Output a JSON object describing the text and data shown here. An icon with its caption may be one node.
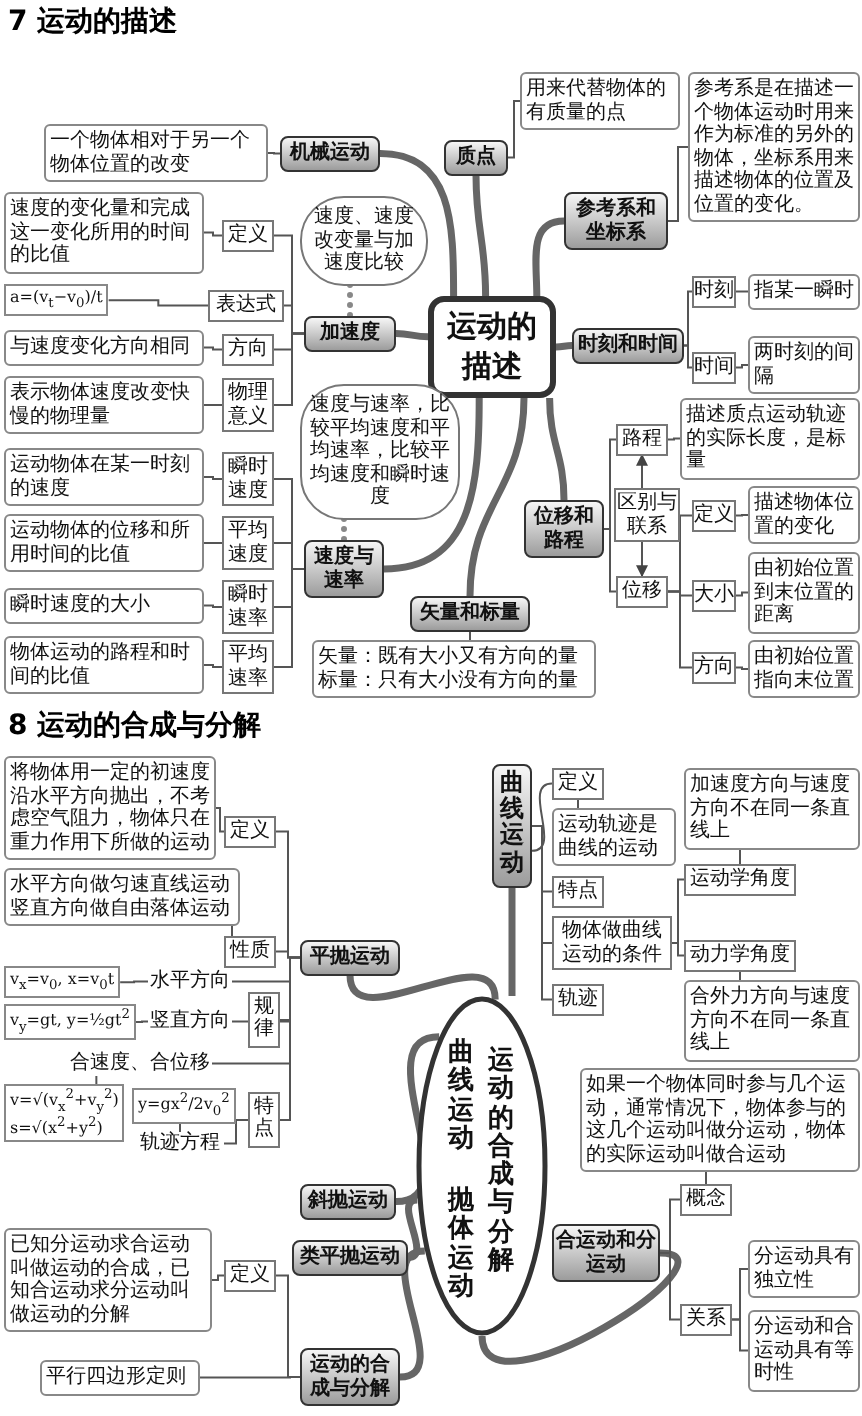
{
  "diagram": {
    "nodes": [
      {
        "text": [
          "运动的描述"
        ]
      },
      {
        "text": [
          "机械运动"
        ]
      },
      {
        "text": [
          "一个物体相对于另一个物体位置的改变"
        ]
      },
      {
        "text": [
          "质点"
        ]
      },
      {
        "text": [
          "用来代替物体的有质量的点"
        ]
      },
      {
        "text": [
          "参考系和坐标系"
        ]
      },
      {
        "text": [
          "参考系是在描述一个物体运动时用来作为标准的另外的物体，坐标系用来描述物体的位置及位置的变化。"
        ]
      },
      {
        "text": [
          "时刻和时间"
        ]
      },
      {
        "text": [
          "时刻"
        ]
      },
      {
        "text": [
          "指某一瞬时"
        ]
      },
      {
        "text": [
          "时间"
        ]
      },
      {
        "text": [
          "两时刻的间隔"
        ]
      },
      {
        "text": [
          "加速度"
        ]
      },
      {
        "text": [
          "速度、速度改变量与加速度比较"
        ]
      },
      {
        "text": [
          "定义"
        ]
      },
      {
        "text": [
          "速度的变化量和完成这一变化所用的时间的比值"
        ]
      },
      {
        "text": [
          "表达式"
        ]
      },
      {
        "text": [
          "a=(v$_{t}$−v$_{0}$)/t"
        ]
      },
      {
        "text": [
          "方向"
        ]
      },
      {
        "text": [
          "与速度变化方向相同"
        ]
      },
      {
        "text": [
          "物理意义"
        ]
      },
      {
        "text": [
          "表示物体速度改变快慢的物理量"
        ]
      },
      {
        "text": [
          "速度与速率"
        ]
      },
      {
        "text": [
          "速度与速率，比较平均速度和平均速率，比较平均速度和瞬时速度"
        ]
      },
      {
        "text": [
          "瞬时速度"
        ]
      },
      {
        "text": [
          "运动物体在某一时刻的速度"
        ]
      },
      {
        "text": [
          "平均速度"
        ]
      },
      {
        "text": [
          "运动物体的位移和所用时间的比值"
        ]
      },
      {
        "text": [
          "瞬时速率"
        ]
      },
      {
        "text": [
          "瞬时速度的大小"
        ]
      },
      {
        "text": [
          "平均速率"
        ]
      },
      {
        "text": [
          "物体运动的路程和时间的比值"
        ]
      },
      {
        "text": [
          "矢量和标量"
        ]
      },
      {
        "text": [
          "矢量：既有大小又有方向的量",
          "标量：只有大小没有方向的量"
        ]
      },
      {
        "text": [
          "位移和路程"
        ]
      },
      {
        "text": [
          "路程"
        ]
      },
      {
        "text": [
          "描述质点运动轨迹的实际长度，是标量"
        ]
      },
      {
        "text": [
          "区别与联系"
        ]
      },
      {
        "text": [
          "位移"
        ]
      },
      {
        "text": [
          "定义"
        ]
      },
      {
        "text": [
          "描述物体位置的变化"
        ]
      },
      {
        "text": [
          "大小"
        ]
      },
      {
        "text": [
          "由初始位置到末位置的距离"
        ]
      },
      {
        "text": [
          "方向"
        ]
      },
      {
        "text": [
          "由初始位置指向末位置"
        ]
      },
      {
        "text": [
          "曲线运动",
          "抛体运动",
          "运动的合成与分解"
        ]
      },
      {
        "text": [
          "曲线运动"
        ]
      },
      {
        "text": [
          "定义"
        ]
      },
      {
        "text": [
          "运动轨迹是曲线的运动"
        ]
      },
      {
        "text": [
          "特点"
        ]
      },
      {
        "text": [
          "物体做曲线运动的条件"
        ]
      },
      {
        "text": [
          "运动学角度"
        ]
      },
      {
        "text": [
          "加速度方向与速度方向不在同一条直线上"
        ]
      },
      {
        "text": [
          "动力学角度"
        ]
      },
      {
        "text": [
          "合外力方向与速度方向不在同一条直线上"
        ]
      },
      {
        "text": [
          "轨迹"
        ]
      },
      {
        "text": [
          "平抛运动"
        ]
      },
      {
        "text": [
          "定义"
        ]
      },
      {
        "text": [
          "将物体用一定的初速度沿水平方向抛出，不考虑空气阻力，物体只在重力作用下所做的运动"
        ]
      },
      {
        "text": [
          "性质"
        ]
      },
      {
        "text": [
          "水平方向做匀速直线运动",
          "竖直方向做自由落体运动"
        ]
      },
      {
        "text": [
          "规律"
        ]
      },
      {
        "text": [
          "水平方向"
        ]
      },
      {
        "text": [
          "v$_{x}$=v$_{0}$, x=v$_{0}$t"
        ]
      },
      {
        "text": [
          "竖直方向"
        ]
      },
      {
        "text": [
          "v$_{y}$=gt, y=½gt$^{2}$"
        ]
      },
      {
        "text": [
          "合速度、合位移"
        ]
      },
      {
        "text": [
          "v=√(v$_{x}$$^{2}$+v$_{y}$$^{2}$)",
          "s=√(x$^{2}$+y$^{2}$)"
        ]
      },
      {
        "text": [
          "特点"
        ]
      },
      {
        "text": [
          "y=gx$^{2}$/2v$_{0}$$^{2}$"
        ]
      },
      {
        "text": [
          "轨迹方程"
        ]
      },
      {
        "text": [
          "斜抛运动"
        ]
      },
      {
        "text": [
          "类平抛运动"
        ]
      },
      {
        "text": [
          "运动的合成与分解"
        ]
      },
      {
        "text": [
          "定义"
        ]
      },
      {
        "text": [
          "已知分运动求合运动叫做运动的合成，已知合运动求分运动叫做运动的分解"
        ]
      },
      {
        "text": [
          "平行四边形定则"
        ]
      },
      {
        "text": [
          "合运动和分运动"
        ]
      },
      {
        "text": [
          "概念"
        ]
      },
      {
        "text": [
          "如果一个物体同时参与几个运动，通常情况下，物体参与的这几个运动叫做分运动，物体的实际运动叫做合运动"
        ]
      },
      {
        "text": [
          "关系"
        ]
      },
      {
        "text": [
          "分运动具有独立性"
        ]
      },
      {
        "text": [
          "分运动和合运动具有等时性"
        ]
      }
    ],
    "edges": [
      {
        "from": 0,
        "to": 1,
        "arrow": "none",
        "style": "thick"
      },
      {
        "from": 0,
        "to": 3,
        "arrow": "none",
        "style": "thick"
      },
      {
        "from": 0,
        "to": 5,
        "arrow": "none",
        "style": "thick"
      },
      {
        "from": 0,
        "to": 7,
        "arrow": "none",
        "style": "thick"
      },
      {
        "from": 0,
        "to": 12,
        "arrow": "none",
        "style": "thick"
      },
      {
        "from": 0,
        "to": 22,
        "arrow": "none",
        "style": "thick"
      },
      {
        "from": 0,
        "to": 32,
        "arrow": "none",
        "style": "thick"
      },
      {
        "from": 0,
        "to": 34,
        "arrow": "none",
        "style": "thick"
      },
      {
        "from": 1,
        "to": 2,
        "arrow": "none"
      },
      {
        "from": 3,
        "to": 4,
        "arrow": "none"
      },
      {
        "from": 5,
        "to": 6,
        "arrow": "none"
      },
      {
        "from": 7,
        "to": 8,
        "arrow": "none"
      },
      {
        "from": 8,
        "to": 9,
        "arrow": "none"
      },
      {
        "from": 7,
        "to": 10,
        "arrow": "none"
      },
      {
        "from": 10,
        "to": 11,
        "arrow": "none"
      },
      {
        "from": 13,
        "to": 12,
        "arrow": "none",
        "style": "dashed"
      },
      {
        "from": 12,
        "to": 14,
        "arrow": "none"
      },
      {
        "from": 14,
        "to": 15,
        "arrow": "none"
      },
      {
        "from": 12,
        "to": 16,
        "arrow": "none"
      },
      {
        "from": 16,
        "to": 17,
        "arrow": "none"
      },
      {
        "from": 12,
        "to": 18,
        "arrow": "none"
      },
      {
        "from": 18,
        "to": 19,
        "arrow": "none"
      },
      {
        "from": 12,
        "to": 20,
        "arrow": "none"
      },
      {
        "from": 20,
        "to": 21,
        "arrow": "none"
      },
      {
        "from": 23,
        "to": 22,
        "arrow": "none",
        "style": "dashed"
      },
      {
        "from": 22,
        "to": 24,
        "arrow": "none"
      },
      {
        "from": 24,
        "to": 25,
        "arrow": "none"
      },
      {
        "from": 22,
        "to": 26,
        "arrow": "none"
      },
      {
        "from": 26,
        "to": 27,
        "arrow": "none"
      },
      {
        "from": 22,
        "to": 28,
        "arrow": "none"
      },
      {
        "from": 28,
        "to": 29,
        "arrow": "none"
      },
      {
        "from": 22,
        "to": 30,
        "arrow": "none"
      },
      {
        "from": 30,
        "to": 31,
        "arrow": "none"
      },
      {
        "from": 32,
        "to": 33,
        "arrow": "none"
      },
      {
        "from": 34,
        "to": 35,
        "arrow": "none"
      },
      {
        "from": 35,
        "to": 36,
        "arrow": "none"
      },
      {
        "from": 37,
        "to": 35,
        "arrow": "to"
      },
      {
        "from": 37,
        "to": 38,
        "arrow": "to"
      },
      {
        "from": 34,
        "to": 38,
        "arrow": "none"
      },
      {
        "from": 38,
        "to": 39,
        "arrow": "none"
      },
      {
        "from": 39,
        "to": 40,
        "arrow": "none"
      },
      {
        "from": 38,
        "to": 41,
        "arrow": "none"
      },
      {
        "from": 41,
        "to": 42,
        "arrow": "none"
      },
      {
        "from": 38,
        "to": 43,
        "arrow": "none"
      },
      {
        "from": 43,
        "to": 44,
        "arrow": "none"
      },
      {
        "from": 45,
        "to": 46,
        "arrow": "none",
        "style": "thick"
      },
      {
        "from": 45,
        "to": 56,
        "arrow": "none",
        "style": "thick"
      },
      {
        "from": 45,
        "to": 71,
        "arrow": "none",
        "style": "thick"
      },
      {
        "from": 45,
        "to": 72,
        "arrow": "none",
        "style": "thick"
      },
      {
        "from": 45,
        "to": 73,
        "arrow": "none",
        "style": "thick"
      },
      {
        "from": 45,
        "to": 77,
        "arrow": "none",
        "style": "thick"
      },
      {
        "from": 46,
        "to": 47,
        "arrow": "none"
      },
      {
        "from": 47,
        "to": 48,
        "arrow": "none"
      },
      {
        "from": 46,
        "to": 49,
        "arrow": "none"
      },
      {
        "from": 46,
        "to": 50,
        "arrow": "none"
      },
      {
        "from": 50,
        "to": 51,
        "arrow": "none"
      },
      {
        "from": 51,
        "to": 52,
        "arrow": "none"
      },
      {
        "from": 50,
        "to": 53,
        "arrow": "none"
      },
      {
        "from": 53,
        "to": 54,
        "arrow": "none"
      },
      {
        "from": 46,
        "to": 55,
        "arrow": "none"
      },
      {
        "from": 56,
        "to": 57,
        "arrow": "none"
      },
      {
        "from": 57,
        "to": 58,
        "arrow": "none"
      },
      {
        "from": 56,
        "to": 59,
        "arrow": "none"
      },
      {
        "from": 59,
        "to": 60,
        "arrow": "none"
      },
      {
        "from": 56,
        "to": 61,
        "arrow": "none"
      },
      {
        "from": 61,
        "to": 62,
        "arrow": "none"
      },
      {
        "from": 62,
        "to": 63,
        "arrow": "none"
      },
      {
        "from": 61,
        "to": 64,
        "arrow": "none"
      },
      {
        "from": 64,
        "to": 65,
        "arrow": "none"
      },
      {
        "from": 61,
        "to": 66,
        "arrow": "none"
      },
      {
        "from": 66,
        "to": 67,
        "arrow": "none"
      },
      {
        "from": 56,
        "to": 68,
        "arrow": "none"
      },
      {
        "from": 68,
        "to": 70,
        "arrow": "none"
      },
      {
        "from": 70,
        "to": 69,
        "arrow": "none"
      },
      {
        "from": 73,
        "to": 74,
        "arrow": "none"
      },
      {
        "from": 74,
        "to": 75,
        "arrow": "none"
      },
      {
        "from": 73,
        "to": 76,
        "arrow": "none"
      },
      {
        "from": 77,
        "to": 78,
        "arrow": "none"
      },
      {
        "from": 78,
        "to": 79,
        "arrow": "none"
      },
      {
        "from": 77,
        "to": 80,
        "arrow": "none"
      },
      {
        "from": 80,
        "to": 81,
        "arrow": "none"
      },
      {
        "from": 80,
        "to": 82,
        "arrow": "none"
      }
    ],
    "labels": [
      "7 运动的描述",
      "8 运动的合成与分解"
    ]
  }
}
